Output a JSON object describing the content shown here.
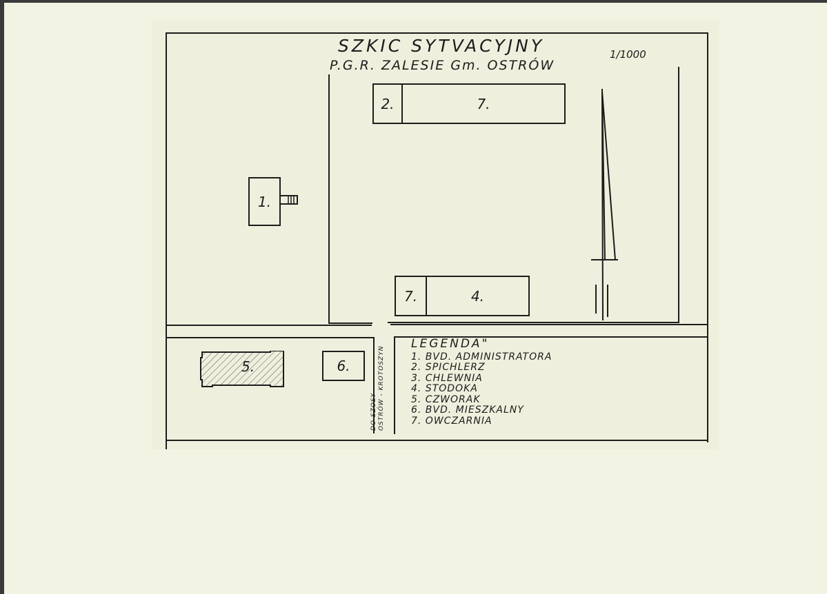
{
  "title": "SZKIC SYTVACYJNY",
  "subtitle": "P.G.R. ZALESIE Gm. OSTRÓW",
  "scale": "1/1000",
  "buildings": {
    "b1": "1.",
    "b2": "2.",
    "b7a": "7.",
    "b7b": "7.",
    "b4": "4.",
    "b5": "5.",
    "b6": "6."
  },
  "road_label": {
    "line1": "DO SZOSY",
    "line2": "OSTRÓW - KROTOSZYN"
  },
  "legend": {
    "heading": "LEGENDA\"",
    "items": [
      "1. BVD. ADMINISTRATORA",
      "2. SPICHLERZ",
      "3. CHLEWNIA",
      "4. STODOKA",
      "5. CZWORAK",
      "6. BVD. MIESZKALNY",
      "7. OWCZARNIA"
    ]
  },
  "colors": {
    "ink": "#1c1c1c",
    "paper": "#f3f3e3",
    "background": "#3a3a3a"
  }
}
